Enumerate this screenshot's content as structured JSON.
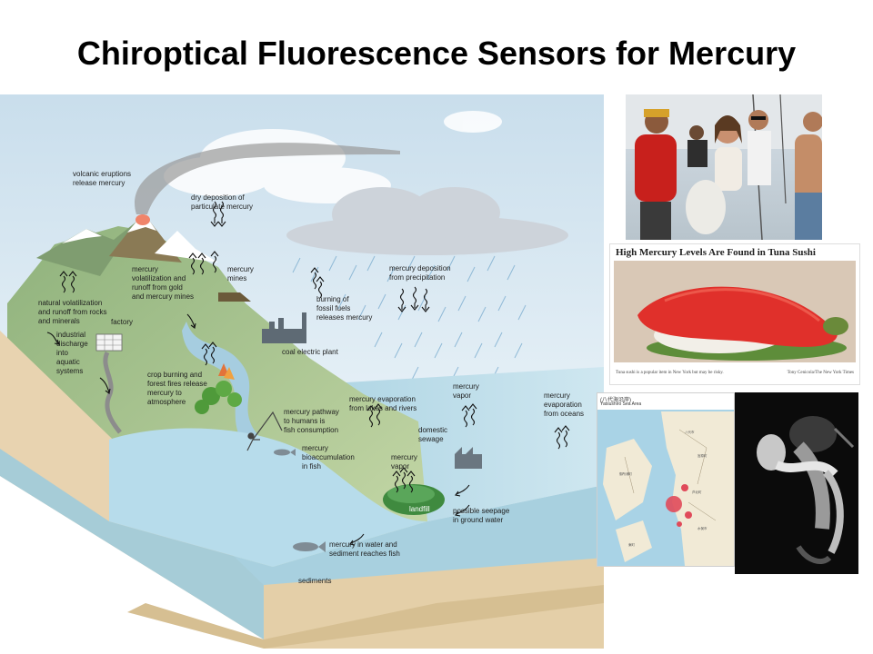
{
  "slide": {
    "title": "Chiroptical Fluorescence Sensors for Mercury"
  },
  "diagram": {
    "labels": {
      "volcanic": [
        "volcanic eruptions",
        "release mercury"
      ],
      "dry": [
        "dry deposition of",
        "particulate mercury"
      ],
      "volat": [
        "mercury",
        "volatilization and",
        "runoff from gold",
        "and mercury mines"
      ],
      "mines": [
        "mercury",
        "mines"
      ],
      "natural": [
        "natural volatilization",
        "and runoff from rocks",
        "and minerals"
      ],
      "factory": [
        "factory"
      ],
      "industrial": [
        "industrial",
        "discharge",
        "into",
        "aquatic",
        "systems"
      ],
      "burning": [
        "burning of",
        "fossil fuels",
        "releases mercury"
      ],
      "deposition": [
        "mercury deposition",
        "from precipitation"
      ],
      "coal": [
        "coal electric plant"
      ],
      "crop": [
        "crop burning and",
        "forest fires release",
        "mercury to",
        "atmosphere"
      ],
      "pathway": [
        "mercury pathway",
        "to humans is",
        "fish consumption"
      ],
      "evaporation": [
        "mercury evaporation",
        "from lakes and rivers"
      ],
      "vapor1": [
        "mercury",
        "vapor"
      ],
      "oceans": [
        "mercury",
        "evaporation",
        "from oceans"
      ],
      "sewage": [
        "domestic",
        "sewage"
      ],
      "bioacc": [
        "mercury",
        "bioaccumulation",
        "in fish"
      ],
      "vapor2": [
        "mercury",
        "vapor"
      ],
      "landfill": [
        "landfill"
      ],
      "seepage": [
        "possible seepage",
        "in ground water"
      ],
      "water": [
        "mercury in water and",
        "sediment reaches fish"
      ],
      "sediments": [
        "sediments"
      ]
    }
  },
  "photos": {
    "sushi": {
      "headline": "High Mercury Levels Are Found in Tuna Sushi",
      "caption": "Tuna sushi is a popular item in New York but may be risky.",
      "credit": "Tony Cenicola/The New York Times"
    },
    "map": {
      "legend": [
        "(八代海沿岸)",
        "Yatsushiro Sea Area"
      ]
    }
  }
}
